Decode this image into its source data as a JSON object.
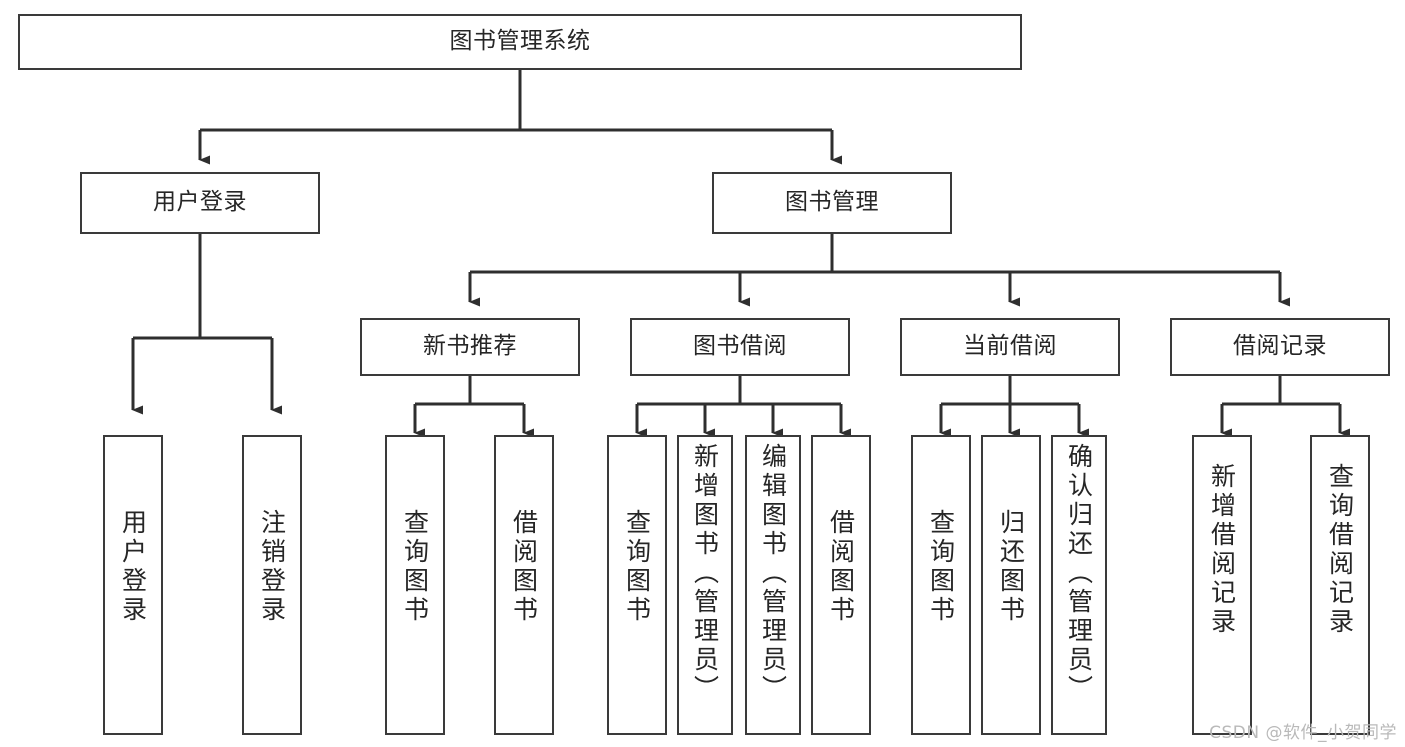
{
  "diagram": {
    "title": "图书管理系统",
    "watermark": "CSDN @软件_小贺同学",
    "colors": {
      "box_border": "#3a3a3a",
      "box_fill": "#ffffff",
      "edge": "#2f2f2f",
      "text": "#262626",
      "watermark": "#b9b9b9",
      "background": "#ffffff"
    },
    "root": {
      "label": "图书管理系统"
    },
    "level2": [
      {
        "label": "用户登录"
      },
      {
        "label": "图书管理"
      }
    ],
    "level3": [
      {
        "label": "新书推荐"
      },
      {
        "label": "图书借阅"
      },
      {
        "label": "当前借阅"
      },
      {
        "label": "借阅记录"
      }
    ],
    "leaves": {
      "user_login": [
        {
          "label": "用户登录"
        },
        {
          "label": "注销登录"
        }
      ],
      "new_book_recommend": [
        {
          "label": "查询图书"
        },
        {
          "label": "借阅图书"
        }
      ],
      "book_borrow": [
        {
          "label": "查询图书"
        },
        {
          "label": "新增图书（管理员）"
        },
        {
          "label": "编辑图书（管理员）"
        },
        {
          "label": "借阅图书"
        }
      ],
      "current_borrow": [
        {
          "label": "查询图书"
        },
        {
          "label": "归还图书"
        },
        {
          "label": "确认归还（管理员）"
        }
      ],
      "borrow_record": [
        {
          "label": "新增借阅记录"
        },
        {
          "label": "查询借阅记录"
        }
      ]
    }
  }
}
